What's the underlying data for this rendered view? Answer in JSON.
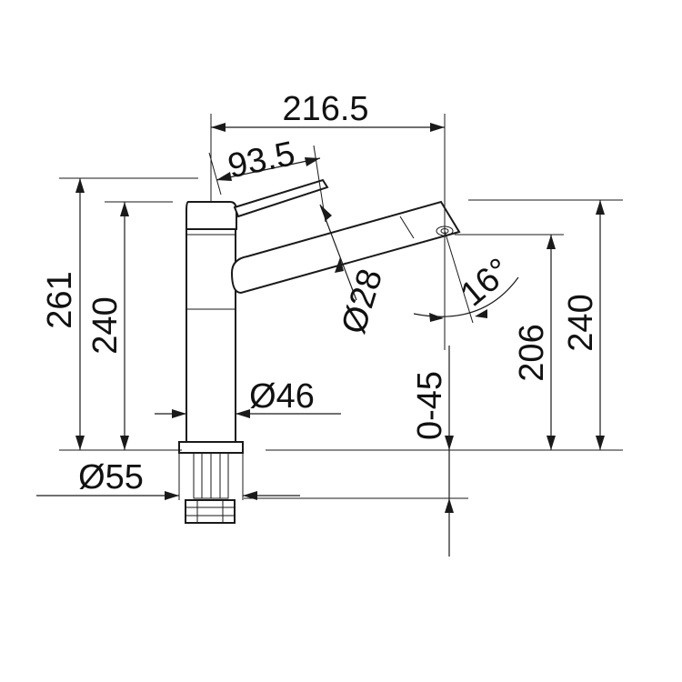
{
  "dimensions": {
    "total_reach": "216.5",
    "lever_reach": "93.5",
    "total_height": "261",
    "body_height": "240",
    "spout_diameter": "Ø28",
    "spout_angle": "16°",
    "outlet_height": "206",
    "spout_top_height": "240",
    "body_diameter": "Ø46",
    "base_diameter": "Ø55",
    "counter_thickness": "0-45"
  }
}
